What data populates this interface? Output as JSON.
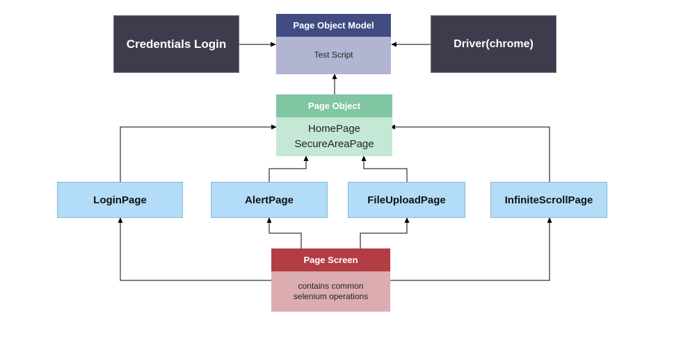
{
  "nodes": {
    "credentials_login": "Credentials Login",
    "pom_title": "Page Object Model",
    "pom_body": "Test Script",
    "driver": "Driver(chrome)",
    "page_object_title": "Page Object",
    "page_object_line1": "HomePage",
    "page_object_line2": "SecureAreaPage",
    "login_page": "LoginPage",
    "alert_page": "AlertPage",
    "file_upload_page": "FileUploadPage",
    "infinite_scroll_page": "InfiniteScrollPage",
    "page_screen_title": "Page Screen",
    "page_screen_line1": "contains common",
    "page_screen_line2": "selenium operations"
  },
  "colors": {
    "dark_box": "#3e3c4c",
    "pom_header": "#414c83",
    "pom_body": "#b1b5d1",
    "page_object_header": "#81c6a3",
    "page_object_body": "#c5e7d6",
    "page_box": "#b2dcf7",
    "page_screen_header": "#b33d45",
    "page_screen_body": "#dbadb1",
    "edge": "#000000"
  }
}
